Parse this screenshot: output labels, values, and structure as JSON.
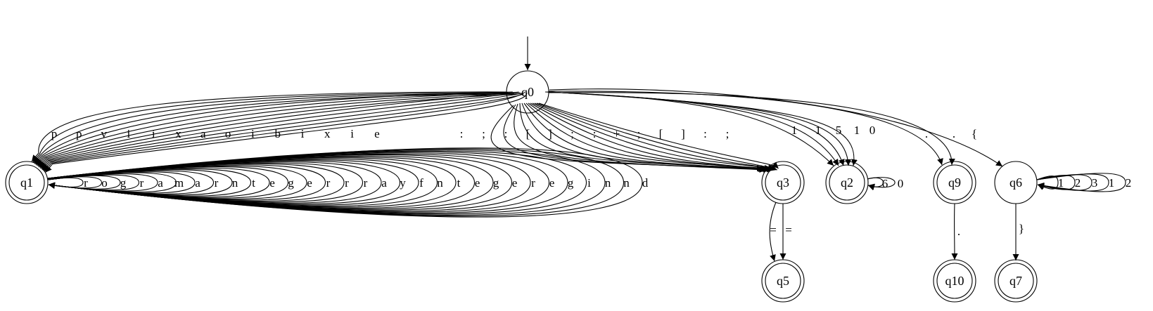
{
  "diagram": {
    "type": "finite-state-automaton",
    "start_state": "q0",
    "states": [
      {
        "id": "q0",
        "accepting": false
      },
      {
        "id": "q1",
        "accepting": true
      },
      {
        "id": "q3",
        "accepting": true
      },
      {
        "id": "q2",
        "accepting": true
      },
      {
        "id": "q9",
        "accepting": true
      },
      {
        "id": "q6",
        "accepting": false
      },
      {
        "id": "q5",
        "accepting": true
      },
      {
        "id": "q10",
        "accepting": true
      },
      {
        "id": "q7",
        "accepting": true
      }
    ],
    "transitions_q0_to_q1": [
      "p",
      "p",
      "v",
      "i",
      "i",
      "x",
      "a",
      "o",
      "i",
      "b",
      "i",
      "x",
      "i",
      "e"
    ],
    "transitions_q0_to_q3": [
      ":",
      ";",
      ":",
      "[",
      "]",
      ";",
      ":",
      "+",
      ";",
      "[",
      "]",
      ":",
      ";"
    ],
    "transitions_q0_to_q2": [
      "1",
      "1",
      "5",
      "1",
      "0"
    ],
    "transitions_q0_to_q9": [
      ".",
      "."
    ],
    "transitions_q0_to_q6": [
      "{"
    ],
    "self_loops_q1": [
      "r",
      "o",
      "g",
      "r",
      "a",
      "m",
      "a",
      "r",
      "n",
      "t",
      "e",
      "g",
      "e",
      "r",
      "r",
      "r",
      "a",
      "y",
      "f",
      "n",
      "t",
      "e",
      "g",
      "e",
      "r",
      "e",
      "g",
      "i",
      "n",
      "n",
      "d"
    ],
    "self_loops_q2": [
      "6",
      "0"
    ],
    "self_loops_q6": [
      "1",
      "2",
      "3",
      "1",
      "2"
    ],
    "transitions_q3_to_q5": [
      "=",
      "="
    ],
    "transitions_q9_to_q10": [
      "."
    ],
    "transitions_q6_to_q7": [
      "}"
    ]
  }
}
